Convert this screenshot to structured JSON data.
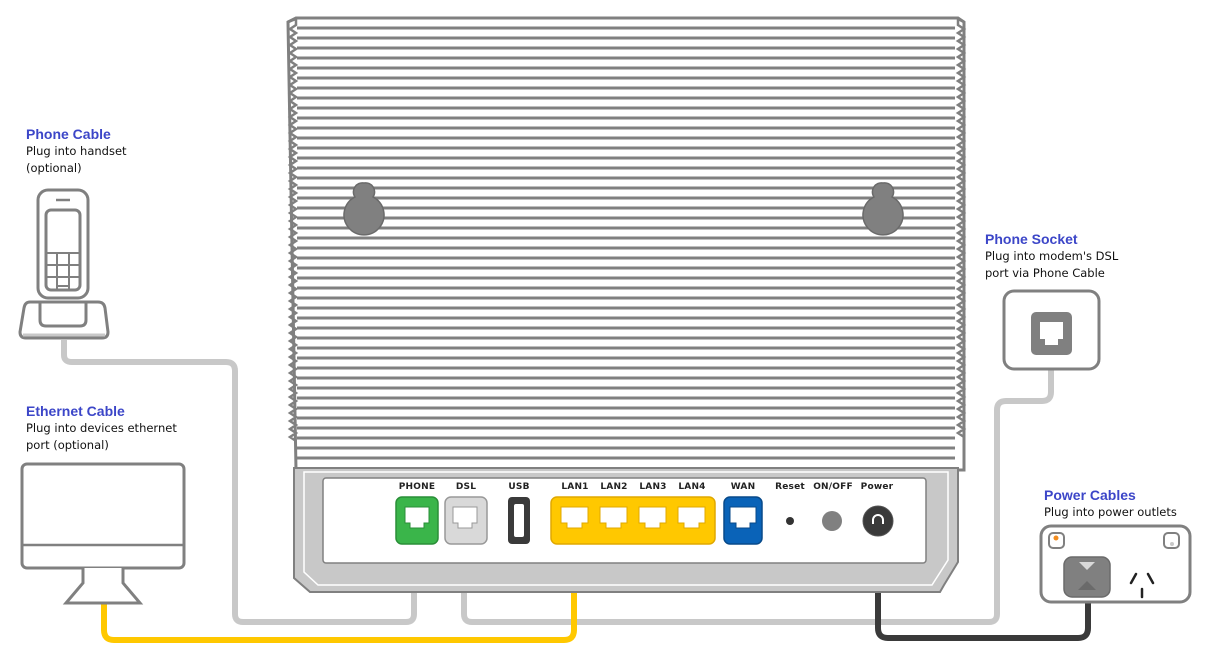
{
  "callouts": {
    "phone_cable": {
      "title": "Phone Cable",
      "desc_line1": "Plug into handset",
      "desc_line2": "(optional)"
    },
    "ethernet_cable": {
      "title": "Ethernet Cable",
      "desc_line1": "Plug into devices ethernet",
      "desc_line2": "port (optional)"
    },
    "phone_socket": {
      "title": "Phone Socket",
      "desc_line1": "Plug into modem's DSL",
      "desc_line2": "port via Phone Cable"
    },
    "power_cables": {
      "title": "Power Cables",
      "desc_line1": "Plug into power outlets"
    }
  },
  "modem": {
    "ports": [
      {
        "id": "phone",
        "label": "PHONE",
        "color": "#3ab54a"
      },
      {
        "id": "dsl",
        "label": "DSL",
        "color": "#d9d9d9"
      },
      {
        "id": "usb",
        "label": "USB",
        "color": "#3a3a3a"
      },
      {
        "id": "lan1",
        "label": "LAN1",
        "color": "#ffc800"
      },
      {
        "id": "lan2",
        "label": "LAN2",
        "color": "#ffc800"
      },
      {
        "id": "lan3",
        "label": "LAN3",
        "color": "#ffc800"
      },
      {
        "id": "lan4",
        "label": "LAN4",
        "color": "#ffc800"
      },
      {
        "id": "wan",
        "label": "WAN",
        "color": "#0a63b8"
      },
      {
        "id": "reset",
        "label": "Reset",
        "color": "#333333"
      },
      {
        "id": "onoff",
        "label": "ON/OFF",
        "color": "#808080"
      },
      {
        "id": "power",
        "label": "Power",
        "color": "#333333"
      }
    ]
  },
  "cables": {
    "phone_cable_color": "#c8c8c8",
    "ethernet_cable_color": "#ffc800",
    "power_cable_color": "#3a3a3a"
  },
  "colors": {
    "title_accent": "#3c46c8",
    "outline_gray": "#808080",
    "panel_gray": "#c8c8c8"
  }
}
